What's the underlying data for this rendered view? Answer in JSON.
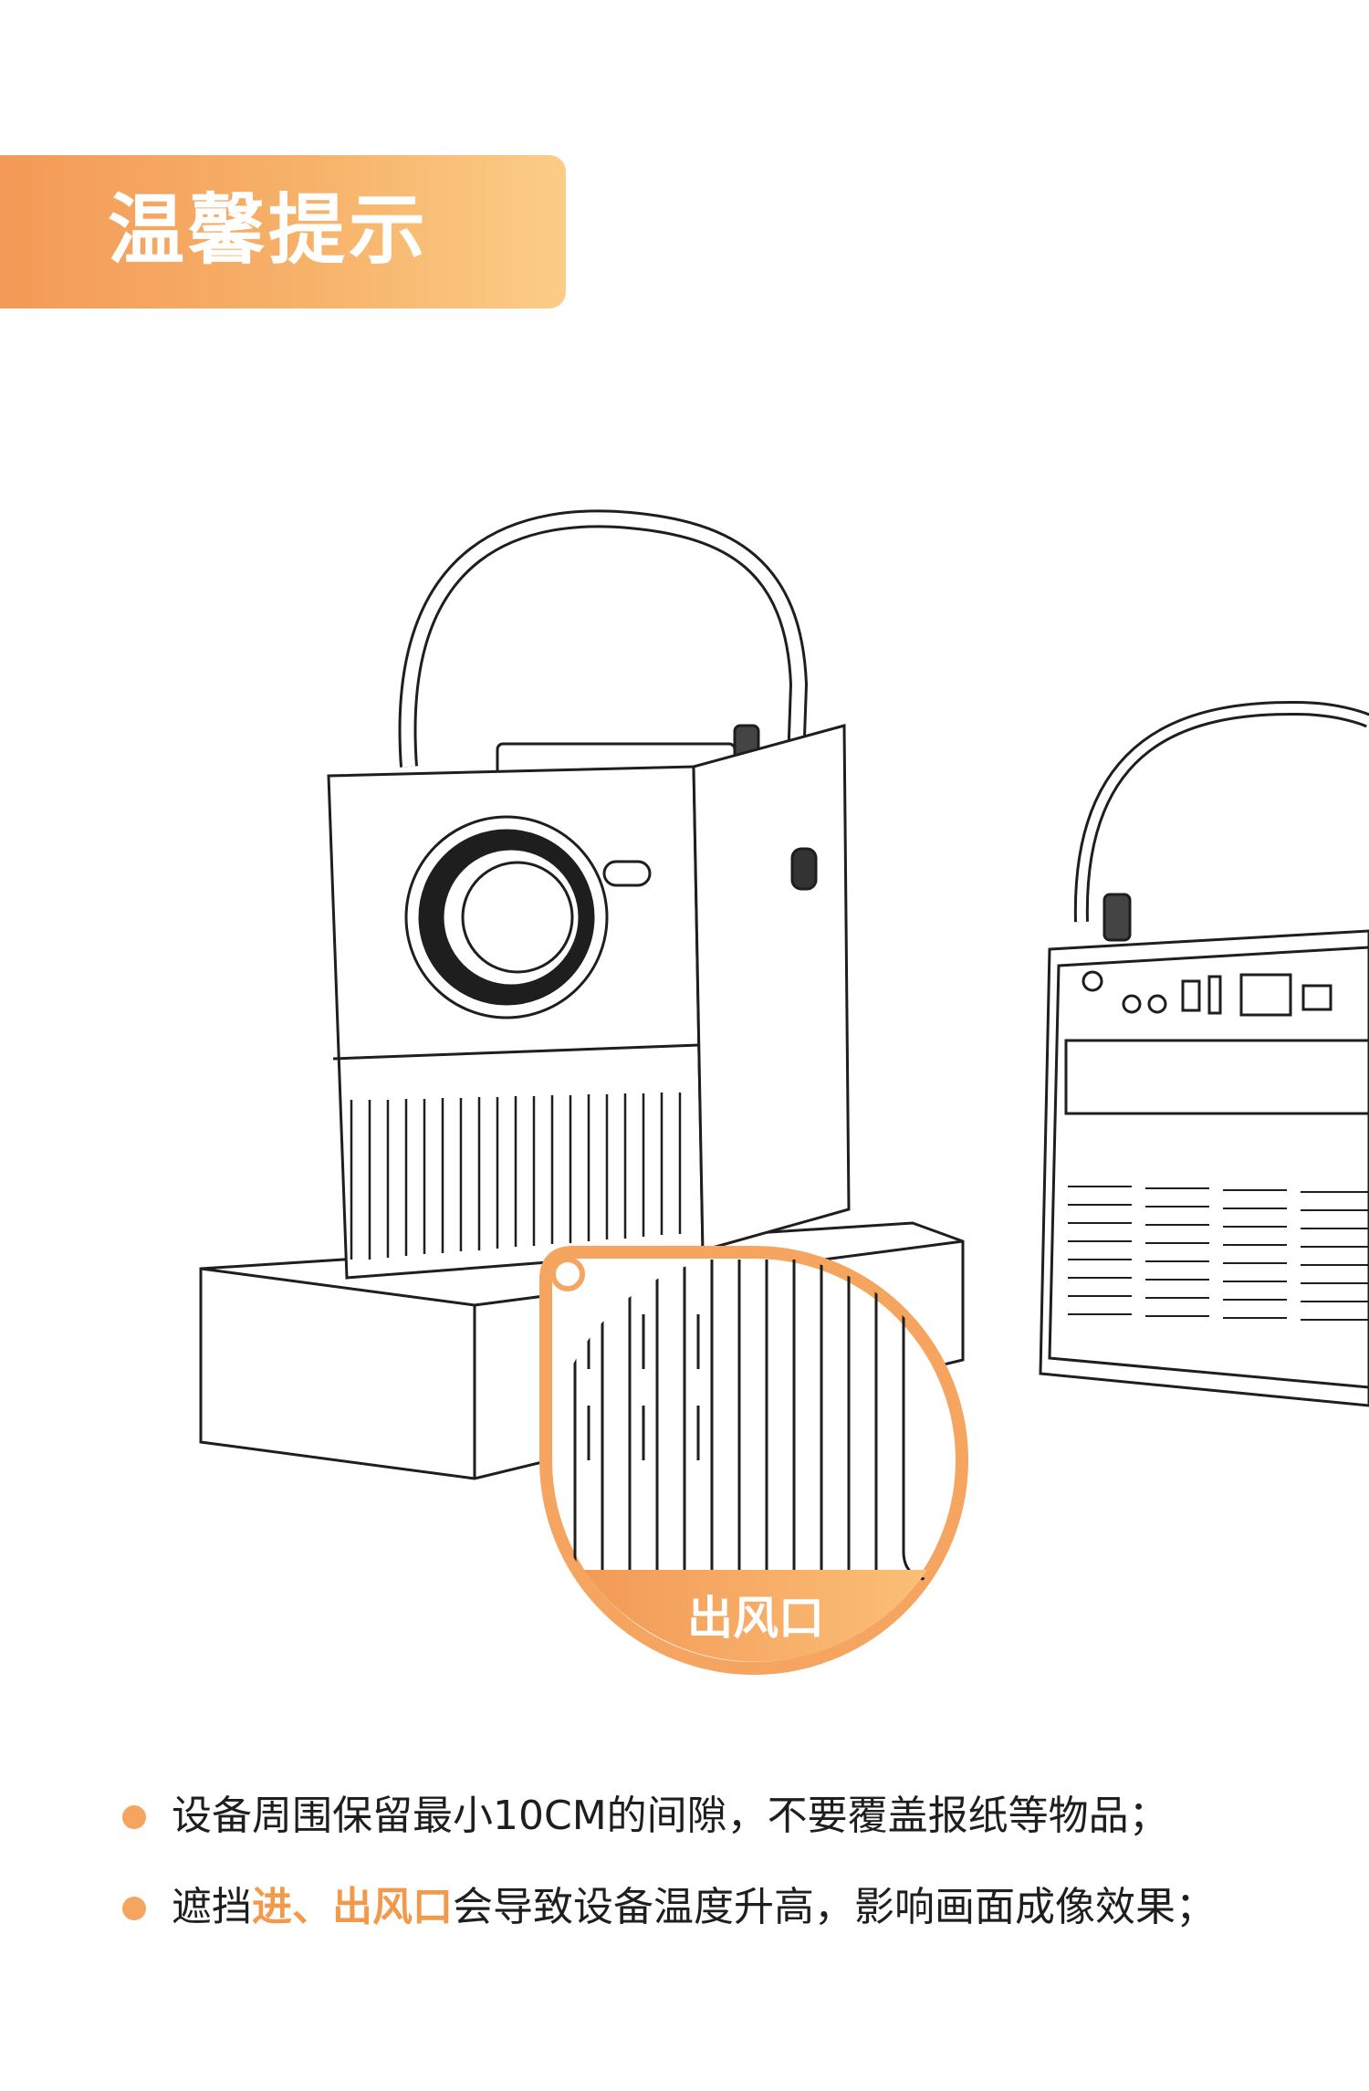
{
  "banner": {
    "title": "温馨提示"
  },
  "callout": {
    "label": "出风口"
  },
  "tips": [
    {
      "text": "设备周围保留最小10CM的间隙，不要覆盖报纸等物品；"
    },
    {
      "prefix": "遮挡",
      "highlight": "进、出风口",
      "suffix": "会导致设备温度升高，影响画面成像效果；"
    }
  ],
  "colors": {
    "accent": "#f5a55f",
    "accent_dark": "#f29a4c",
    "banner_start": "#f39a57",
    "banner_end": "#fbcd86",
    "line": "#1e1e1e"
  }
}
